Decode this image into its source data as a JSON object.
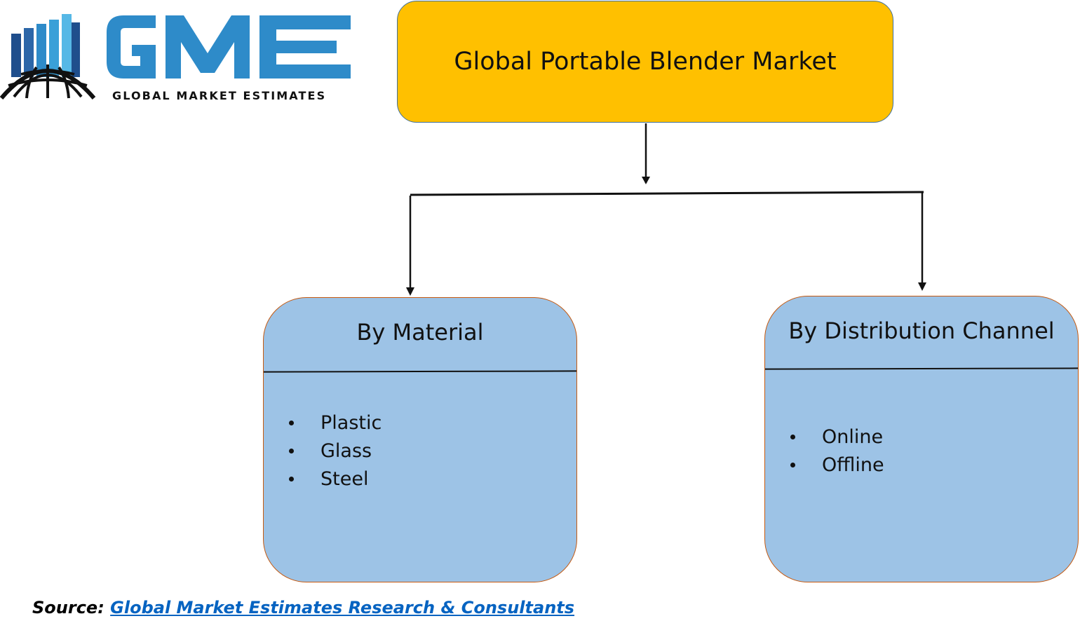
{
  "logo": {
    "wordmark": "GME",
    "tagline": "GLOBAL MARKET ESTIMATES",
    "icon": "globe-bar-chart-icon",
    "brand_color": "#2e8bc9"
  },
  "diagram": {
    "root": {
      "title": "Global Portable Blender Market",
      "fill": "#ffc000",
      "border": "#41719c"
    },
    "segments": [
      {
        "heading": "By Material",
        "items": [
          "Plastic",
          "Glass",
          "Steel"
        ]
      },
      {
        "heading": "By Distribution Channel",
        "items": [
          "Online",
          "Offline"
        ]
      }
    ],
    "segment_fill": "#9dc3e6",
    "segment_border": "#c55a11"
  },
  "footer": {
    "source_label": "Source:",
    "source_link": "Global Market Estimates Research & Consultants",
    "link_color": "#0563c1"
  }
}
